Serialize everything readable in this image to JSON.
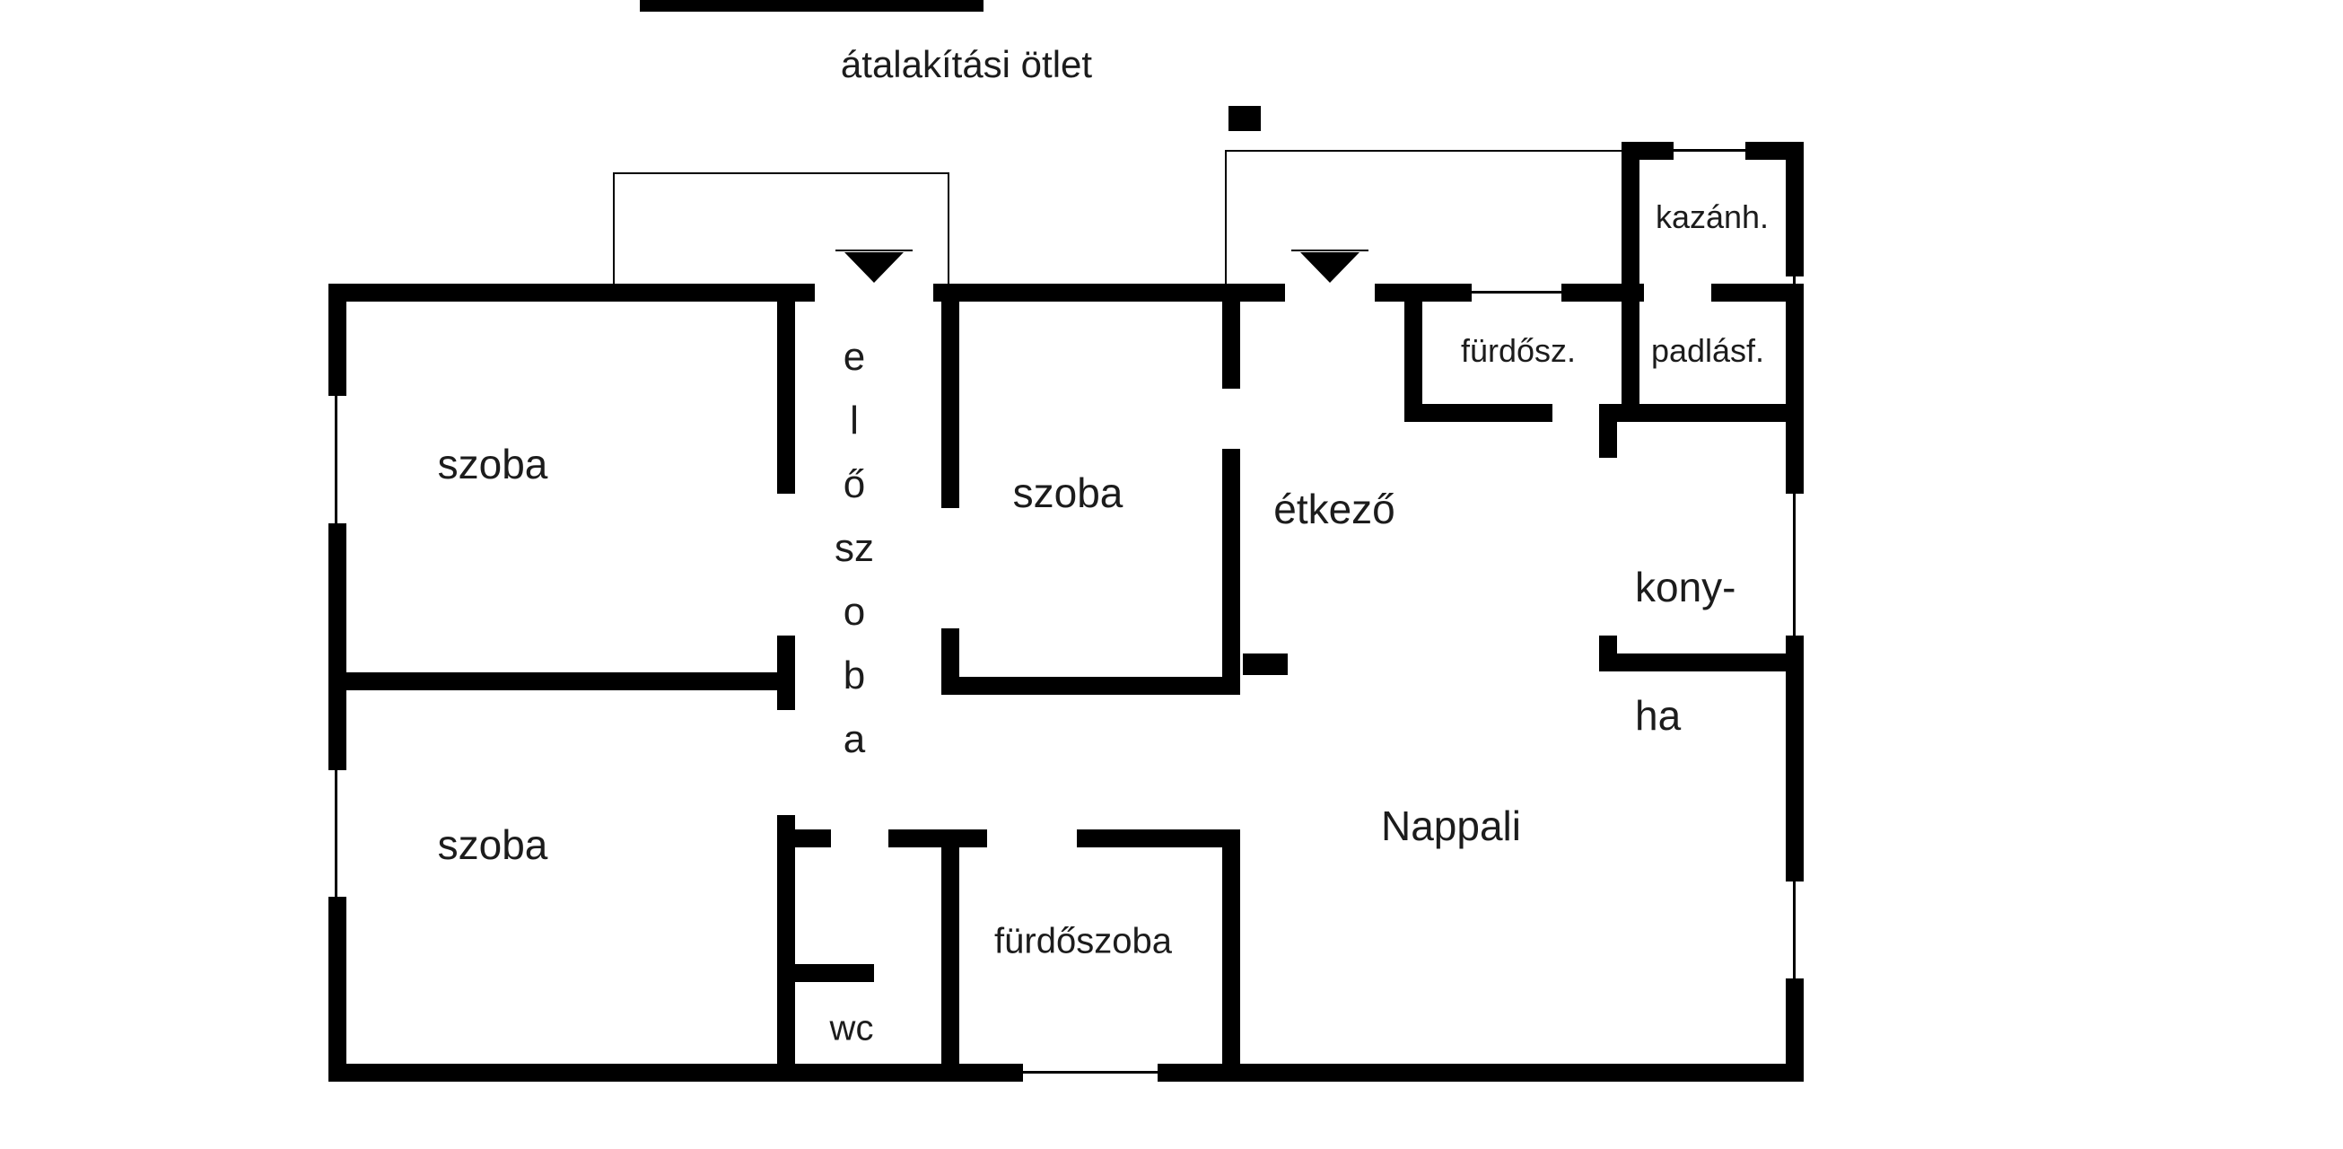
{
  "title": "átalakítási ötlet",
  "rooms": {
    "szoba_top_left": "szoba",
    "szoba_bottom_left": "szoba",
    "szoba_middle": "szoba",
    "etkezo": "étkező",
    "konyha_line1": "kony-",
    "konyha_line2": "ha",
    "nappali": "Nappali",
    "furdoszoba": "fürdőszoba",
    "wc": "wc",
    "furdosz": "fürdősz.",
    "kazanh": "kazánh.",
    "padlasf": "padlásf.",
    "eloszoba_letters": [
      "e",
      "l",
      "ő",
      "sz",
      "o",
      "b",
      "a"
    ]
  },
  "colors": {
    "wall": "#000000",
    "text": "#1c1c1c",
    "background": "#ffffff"
  }
}
